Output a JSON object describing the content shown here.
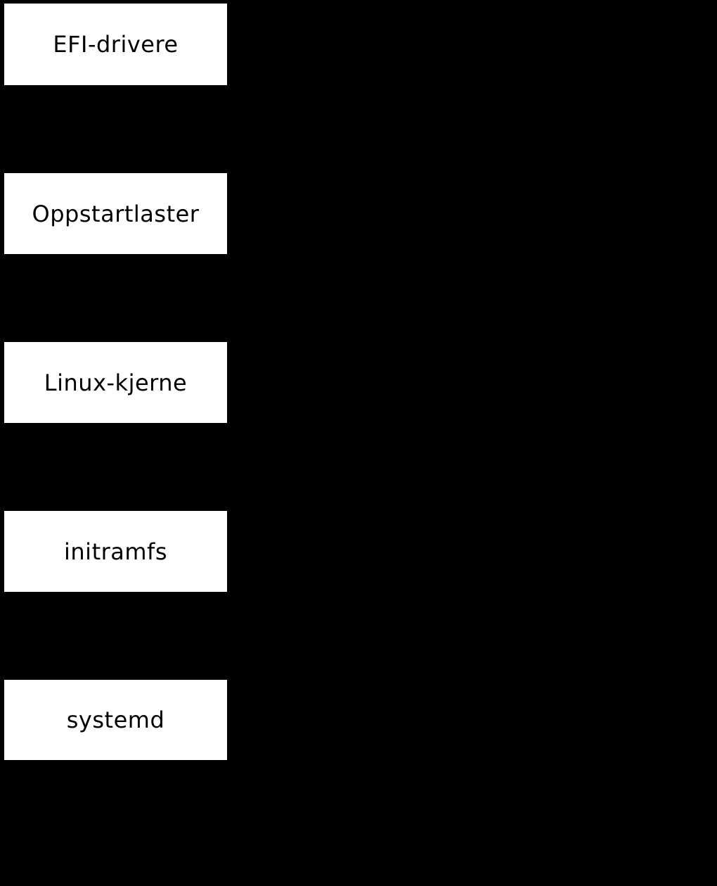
{
  "diagram": {
    "background_color": "#000000",
    "box_fill_color": "#ffffff",
    "box_text_color": "#000000",
    "boxes": [
      {
        "label": "EFI-drivere"
      },
      {
        "label": "Oppstartlaster"
      },
      {
        "label": "Linux-kjerne"
      },
      {
        "label": "initramfs"
      },
      {
        "label": "systemd"
      }
    ]
  }
}
